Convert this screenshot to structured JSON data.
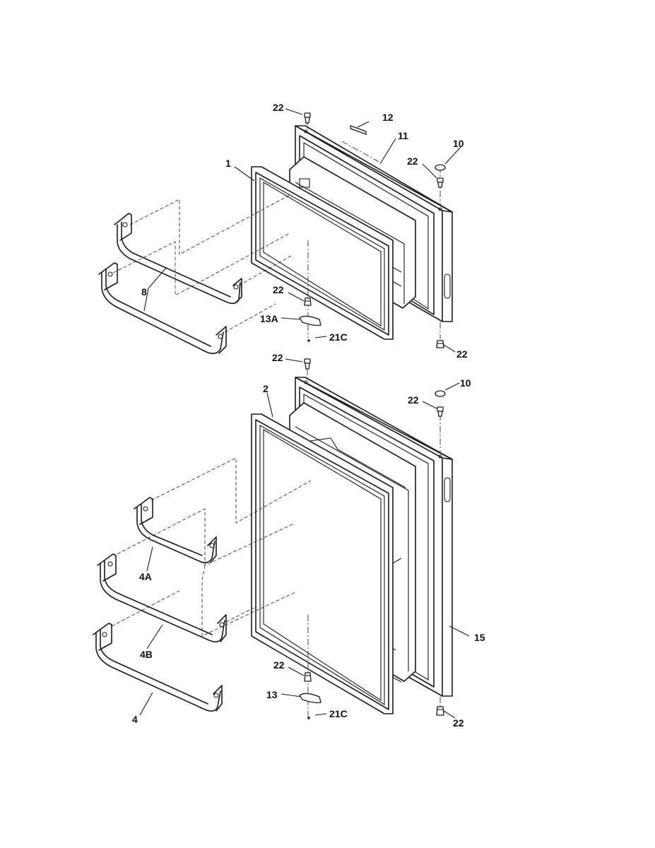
{
  "callouts": {
    "c1": "1",
    "c2": "2",
    "c4": "4",
    "c4a": "4A",
    "c4b": "4B",
    "c8": "8",
    "c10_top": "10",
    "c10_bot": "10",
    "c11": "11",
    "c12": "12",
    "c13": "13",
    "c13a": "13A",
    "c15": "15",
    "c21c_top": "21C",
    "c21c_bot": "21C",
    "c22_a": "22",
    "c22_b": "22",
    "c22_c": "22",
    "c22_d": "22",
    "c22_e": "22",
    "c22_f": "22",
    "c22_g": "22",
    "c22_h": "22"
  }
}
